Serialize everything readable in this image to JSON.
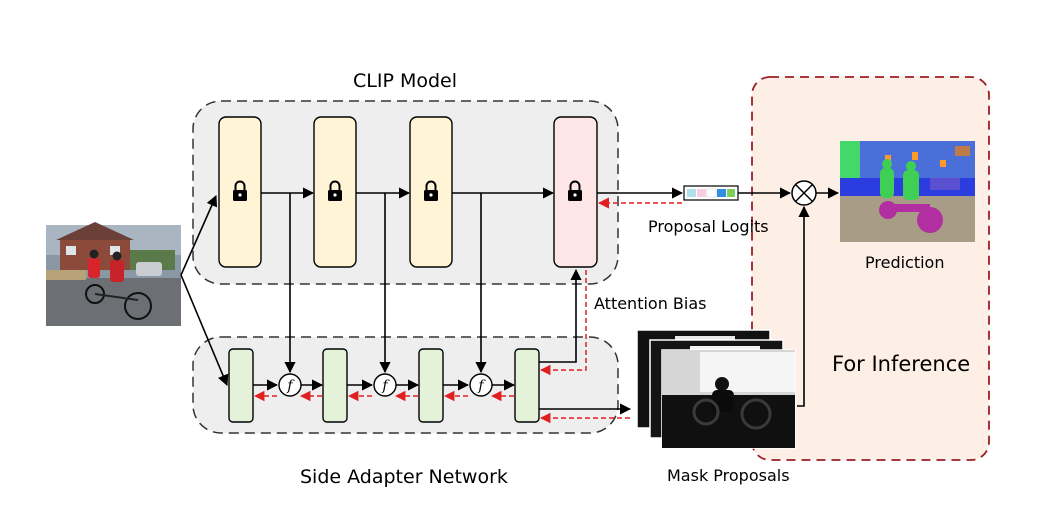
{
  "labels": {
    "clip_model": "CLIP Model",
    "proposal_logits": "Proposal Logits",
    "attention_bias": "Attention Bias",
    "for_inference": "For Inference",
    "prediction": "Prediction",
    "side_adapter_network": "Side Adapter Network",
    "mask_proposals": "Mask Proposals",
    "fusion_symbol": "f"
  },
  "colors": {
    "frozen_block": "#fff4d6",
    "bias_block": "#ffe6e6",
    "adapter_block": "#e3f2d8",
    "panel_fill": "#eeeeee",
    "inference_fill": "#fdeee6",
    "inference_border": "#9c1f24",
    "bias_arrow": "#e02020",
    "logit_cells": [
      "#aee0f0",
      "#f7cde0",
      "#ffffff",
      "#2f8fde",
      "#7bcf5a"
    ]
  },
  "icons": {
    "frozen": "lock-icon",
    "combine": "multiply-circle-icon"
  }
}
